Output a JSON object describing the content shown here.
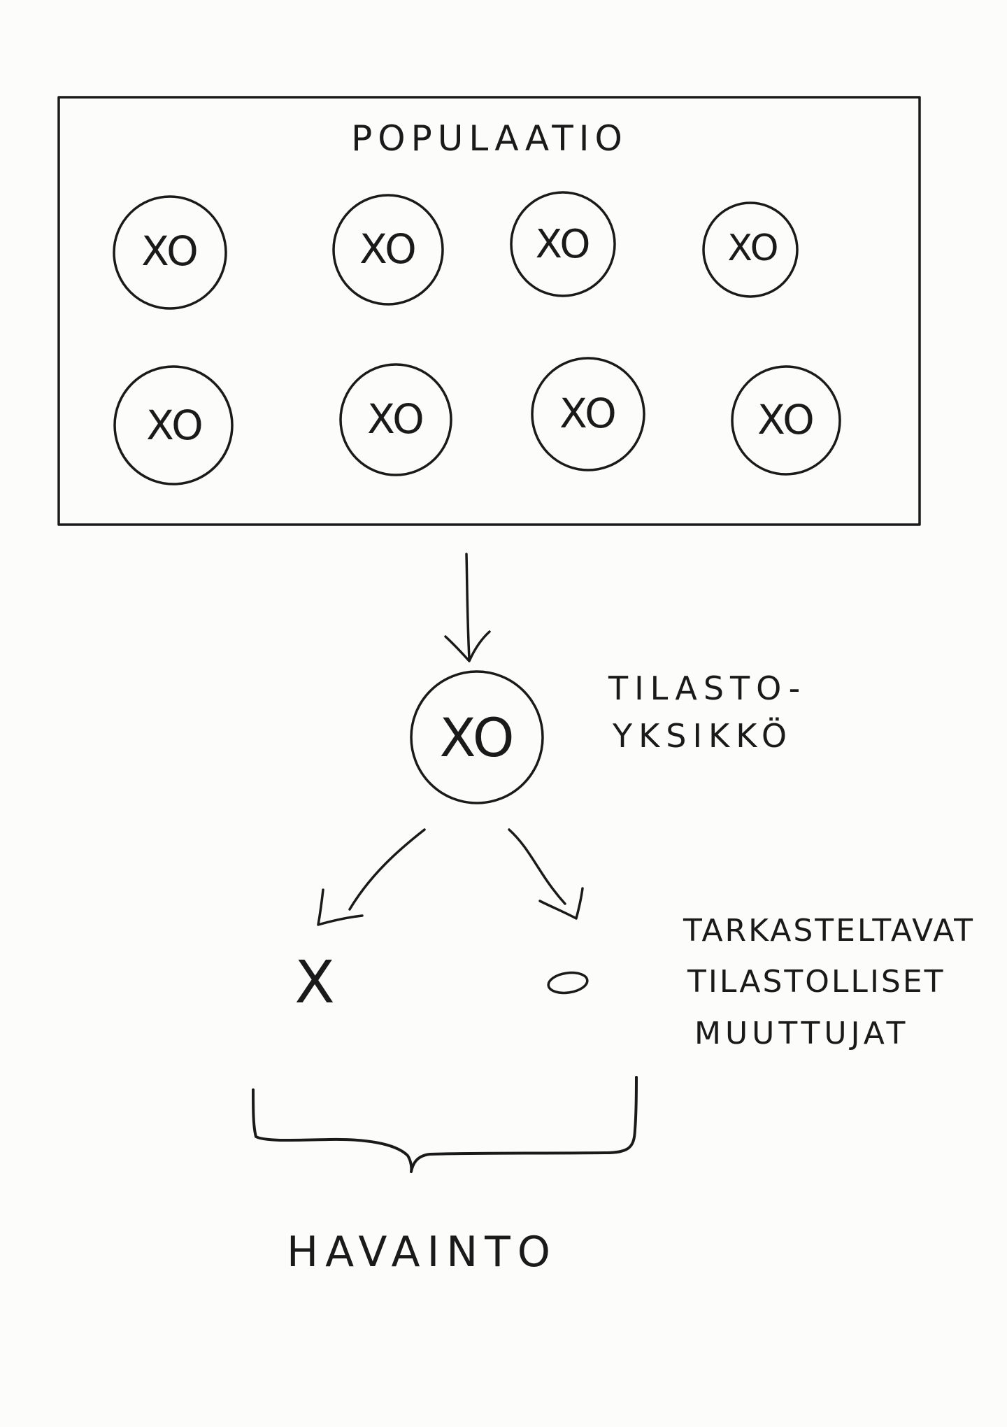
{
  "population": {
    "title": "POPULAATIO",
    "unit_label": "XO"
  },
  "unit": {
    "label": "XO",
    "caption_lines": [
      "TILASTO-",
      "YKSIKKÖ"
    ]
  },
  "variables": {
    "x_label": "X",
    "o_label": "O",
    "caption_lines": [
      "TARKASTELTAVAT",
      "TILASTOLLISET",
      "MUUTTUJAT"
    ]
  },
  "observation": {
    "label": "HAVAINTO"
  },
  "colors": {
    "ink": "#1a1a1a",
    "paper": "#fcfcfb"
  }
}
